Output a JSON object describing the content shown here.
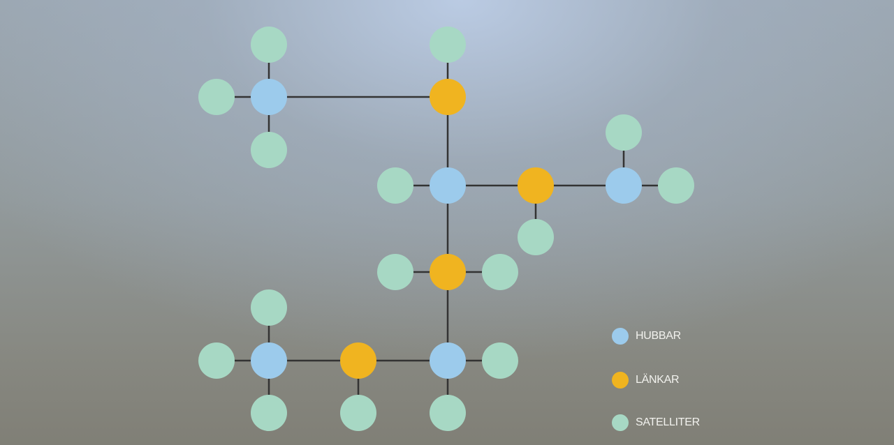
{
  "colors": {
    "hub": "#9ccbec",
    "link": "#f0b420",
    "satellite": "#a7d8c4",
    "edge": "#333333"
  },
  "legend": [
    {
      "id": "hub",
      "label": "HUBBAR"
    },
    {
      "id": "link",
      "label": "LÄNKAR"
    },
    {
      "id": "satellite",
      "label": "SATELLITER"
    }
  ],
  "nodes": [
    {
      "id": "h1",
      "kind": "hub"
    },
    {
      "id": "h2",
      "kind": "hub"
    },
    {
      "id": "h3",
      "kind": "hub"
    },
    {
      "id": "h4",
      "kind": "hub"
    },
    {
      "id": "h5",
      "kind": "hub"
    },
    {
      "id": "l1",
      "kind": "link"
    },
    {
      "id": "l2",
      "kind": "link"
    },
    {
      "id": "l3",
      "kind": "link"
    },
    {
      "id": "l4",
      "kind": "link"
    },
    {
      "id": "s1",
      "kind": "satellite"
    },
    {
      "id": "s2",
      "kind": "satellite"
    },
    {
      "id": "s3",
      "kind": "satellite"
    },
    {
      "id": "s4",
      "kind": "satellite"
    },
    {
      "id": "s5",
      "kind": "satellite"
    },
    {
      "id": "s6",
      "kind": "satellite"
    },
    {
      "id": "s7",
      "kind": "satellite"
    },
    {
      "id": "s8",
      "kind": "satellite"
    },
    {
      "id": "s9",
      "kind": "satellite"
    },
    {
      "id": "s10",
      "kind": "satellite"
    },
    {
      "id": "s11",
      "kind": "satellite"
    },
    {
      "id": "s12",
      "kind": "satellite"
    },
    {
      "id": "s13",
      "kind": "satellite"
    },
    {
      "id": "s14",
      "kind": "satellite"
    },
    {
      "id": "s15",
      "kind": "satellite"
    },
    {
      "id": "s16",
      "kind": "satellite"
    }
  ],
  "edges": [
    [
      "h1",
      "l1"
    ],
    [
      "h1",
      "s1"
    ],
    [
      "h1",
      "s2"
    ],
    [
      "h1",
      "s3"
    ],
    [
      "l1",
      "s4"
    ],
    [
      "l1",
      "h2"
    ],
    [
      "h2",
      "s5"
    ],
    [
      "h2",
      "l2"
    ],
    [
      "h2",
      "l3"
    ],
    [
      "l2",
      "s6"
    ],
    [
      "l2",
      "h3"
    ],
    [
      "h3",
      "s7"
    ],
    [
      "h3",
      "s8"
    ],
    [
      "l3",
      "s9"
    ],
    [
      "l3",
      "s10"
    ],
    [
      "l3",
      "h4"
    ],
    [
      "h4",
      "s11"
    ],
    [
      "h4",
      "s12"
    ],
    [
      "h4",
      "l4"
    ],
    [
      "l4",
      "s13"
    ],
    [
      "l4",
      "h5"
    ],
    [
      "h5",
      "s14"
    ],
    [
      "h5",
      "s15"
    ],
    [
      "h5",
      "s16"
    ]
  ]
}
